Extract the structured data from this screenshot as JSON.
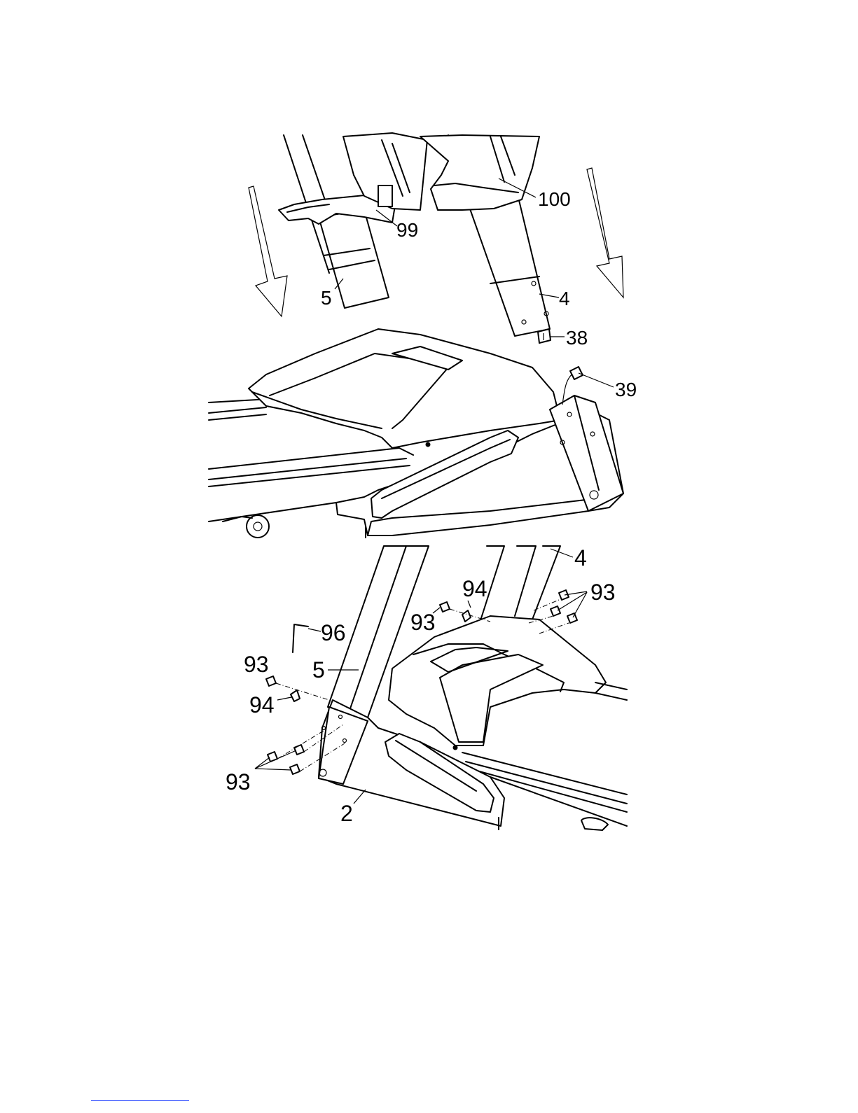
{
  "diagram": {
    "callouts": {
      "u100": "100",
      "u99": "99",
      "u5": "5",
      "u4": "4",
      "u38": "38",
      "u39": "39",
      "l4": "4",
      "l93_right": "93",
      "l94_right": "94",
      "l93_mid": "93",
      "l96": "96",
      "l5": "5",
      "l93_left": "93",
      "l94_left": "94",
      "l93_bottom": "93",
      "l2": "2"
    }
  }
}
